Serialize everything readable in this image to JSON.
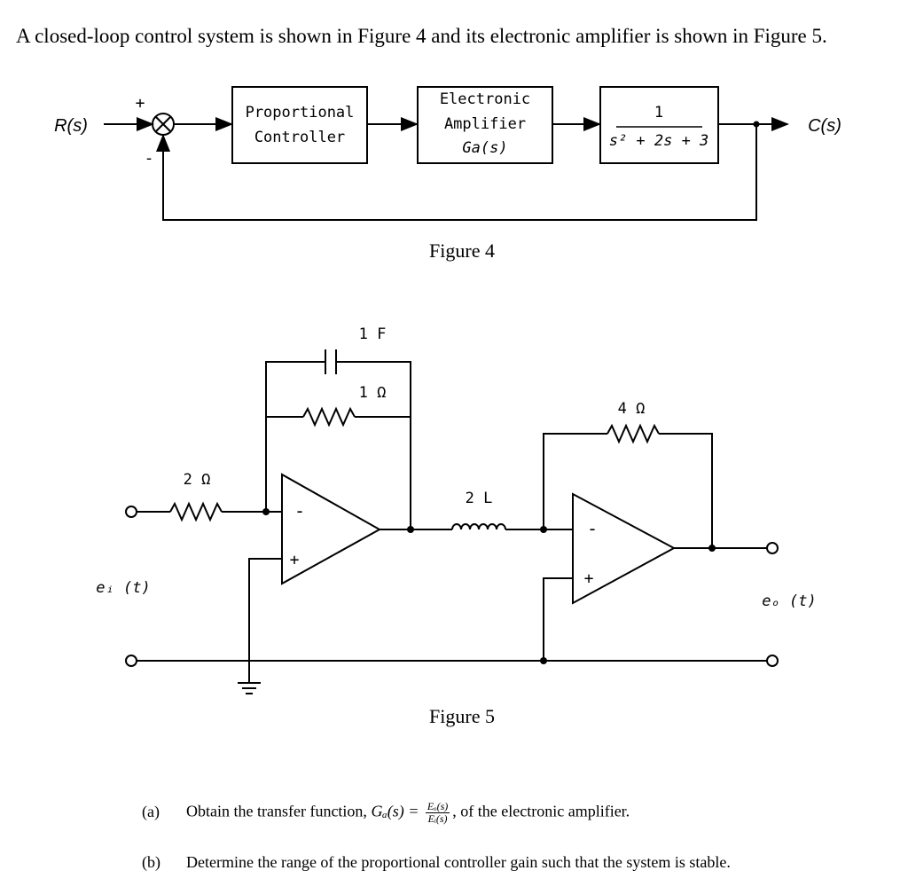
{
  "intro": "A closed-loop control system is shown in Figure 4 and its electronic amplifier is shown in Figure 5.",
  "figure4": {
    "caption": "Figure 4",
    "input": "R(s)",
    "output": "C(s)",
    "plus": "+",
    "minus": "-",
    "block_controller": [
      "Proportional",
      "Controller"
    ],
    "block_amplifier": [
      "Electronic",
      "Amplifier",
      "Ga(s)"
    ],
    "block_plant": {
      "num": "1",
      "den": "s² + 2s + 3"
    }
  },
  "figure5": {
    "caption": "Figure 5",
    "capacitor": "1 F",
    "r_feedback": "1 Ω",
    "r_input": "2 Ω",
    "inductor": "2 L",
    "r_feedback2": "4 Ω",
    "input_voltage": "eᵢ (t)",
    "output_voltage": "eₒ (t)",
    "opamp_minus": "-",
    "opamp_plus": "+"
  },
  "questions": {
    "a": {
      "label": "(a)",
      "pre": "Obtain the transfer function,",
      "lhs": "Gₐ(s) =",
      "num": "Eₒ(s)",
      "den": "Eᵢ(s)",
      "post": ", of the electronic amplifier."
    },
    "b": {
      "label": "(b)",
      "text": "Determine the range of the proportional controller gain such that the system is stable."
    }
  }
}
